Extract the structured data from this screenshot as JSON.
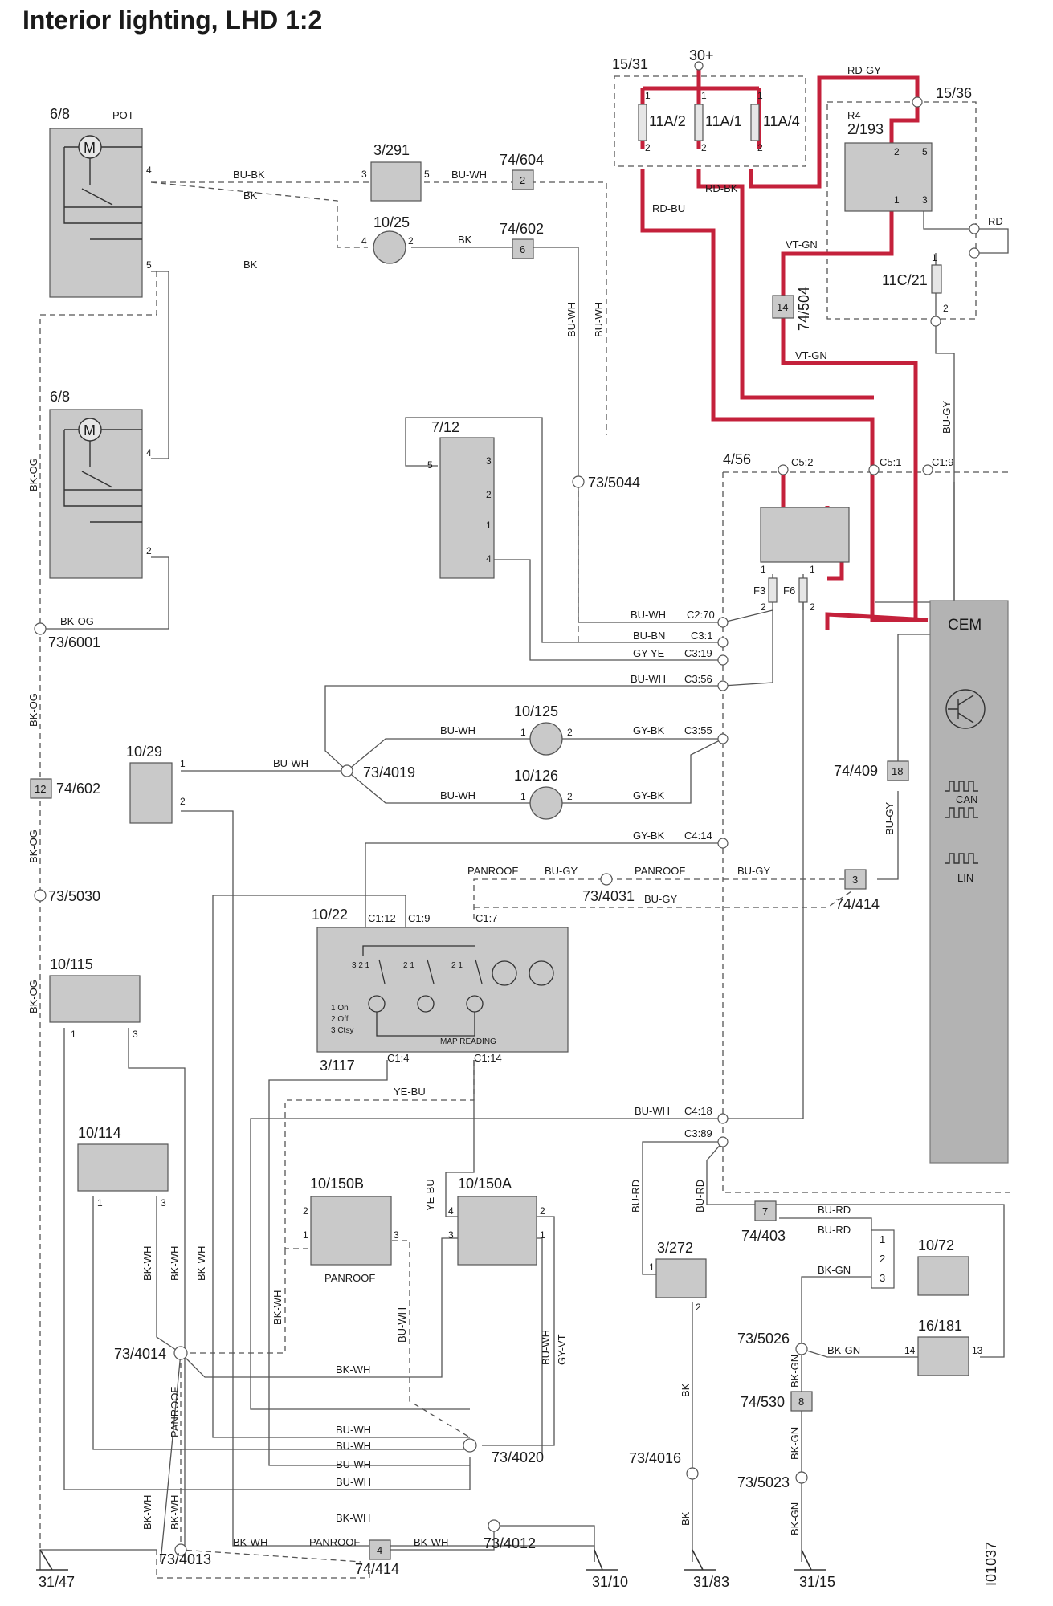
{
  "title": "Interior lighting, LHD 1:2",
  "doc_id": "I01037",
  "supply": "30+",
  "colors": {
    "bg": "#ffffff",
    "ink": "#333333",
    "box": "#c9c9c9",
    "power": "#c4213b"
  },
  "components": {
    "c_6_8a": "6/8",
    "pot": "POT",
    "c_6_8b": "6/8",
    "motor_symbol": "M",
    "c_3_291": "3/291",
    "c_10_25": "10/25",
    "c_74_604": "74/604",
    "c_74_602a": "74/602",
    "c_15_31": "15/31",
    "c_15_36": "15/36",
    "r4": "R4",
    "c_2_193": "2/193",
    "c_11c_21": "11C/21",
    "f_11a2": "11A/2",
    "f_11a1": "11A/1",
    "f_11a4": "11A/4",
    "c_74_504": "74/504",
    "c_7_12": "7/12",
    "c_73_5044": "73/5044",
    "c_4_56": "4/56",
    "f3": "F3",
    "f6": "F6",
    "cem": "CEM",
    "can": "CAN",
    "lin": "LIN",
    "c_73_6001": "73/6001",
    "c_10_29": "10/29",
    "c_73_4019": "73/4019",
    "c_10_125": "10/125",
    "c_10_126": "10/126",
    "c_74_409": "74/409",
    "c_74_602b": "74/602",
    "c_73_5030": "73/5030",
    "c_73_4031": "73/4031",
    "c_74_414a": "74/414",
    "c_10_22": "10/22",
    "c_3_117": "3/117",
    "map_reading": "MAP READING",
    "legend_1": "1 On",
    "legend_2": "2 Off",
    "legend_3": "3 Ctsy",
    "c_10_115": "10/115",
    "c_10_114": "10/114",
    "c_10_150b": "10/150B",
    "c_10_150a": "10/150A",
    "panroof_box": "PANROOF",
    "c_3_272": "3/272",
    "c_74_403": "74/403",
    "c_10_72": "10/72",
    "c_16_181": "16/181",
    "c_73_5026": "73/5026",
    "c_74_530": "74/530",
    "c_73_4016": "73/4016",
    "c_73_5023": "73/5023",
    "c_73_4014": "73/4014",
    "c_73_4020": "73/4020",
    "c_73_4013": "73/4013",
    "c_74_414b": "74/414",
    "c_73_4012": "73/4012",
    "g_31_47": "31/47",
    "g_31_10": "31/10",
    "g_31_83": "31/83",
    "g_31_15": "31/15"
  },
  "connectors": {
    "c2_70": "C2:70",
    "c3_1": "C3:1",
    "c3_19": "C3:19",
    "c3_56": "C3:56",
    "c3_55": "C3:55",
    "c4_14": "C4:14",
    "c4_18": "C4:18",
    "c3_89": "C3:89",
    "c5_2": "C5:2",
    "c5_1": "C5:1",
    "c1_9a": "C1:9",
    "c1_12": "C1:12",
    "c1_9b": "C1:9",
    "c1_7": "C1:7",
    "c1_4": "C1:4",
    "c1_14": "C1:14"
  },
  "splice_numbers": {
    "s2": "2",
    "s6": "6",
    "s14": "14",
    "s18": "18",
    "s12": "12",
    "s3": "3",
    "s7": "7",
    "s8": "8",
    "s4": "4",
    "p1": "1",
    "p2": "2",
    "p3": "3"
  },
  "wires": {
    "bu_bk": "BU-BK",
    "bk_1": "BK",
    "bu_wh_1": "BU-WH",
    "bk_2": "BK",
    "bk_3": "BK",
    "rd_gy": "RD-GY",
    "rd_bu": "RD-BU",
    "rd_bk": "RD-BK",
    "vt_gn_1": "VT-GN",
    "vt_gn_2": "VT-GN",
    "rd": "RD",
    "bu_gy_1": "BU-GY",
    "bu_wh_v1": "BU-WH",
    "bu_wh_v2": "BU-WH",
    "bk_og_v1": "BK-OG",
    "bu_wh_c270": "BU-WH",
    "bu_bn": "BU-BN",
    "gy_ye": "GY-YE",
    "bu_wh_c356": "BU-WH",
    "bk_og_h": "BK-OG",
    "bk_og_v2": "BK-OG",
    "bk_og_v3": "BK-OG",
    "bk_og_v4": "BK-OG",
    "bu_wh_1029": "BU-WH",
    "bu_wh_10125": "BU-WH",
    "gy_bk_1": "GY-BK",
    "bu_wh_10126": "BU-WH",
    "gy_bk_2": "GY-BK",
    "gy_bk_c414": "GY-BK",
    "bu_gy_2": "BU-GY",
    "panroof_1": "PANROOF",
    "bu_gy_3": "BU-GY",
    "panroof_2": "PANROOF",
    "bu_gy_4": "BU-GY",
    "bu_gy_5": "BU-GY",
    "ye_bu_h": "YE-BU",
    "bu_wh_c418": "BU-WH",
    "bk_wh_v1": "BK-WH",
    "bk_wh_v2": "BK-WH",
    "bk_wh_v3": "BK-WH",
    "bk_wh_v4": "BK-WH",
    "ye_bu_v": "YE-BU",
    "bu_wh_v3": "BU-WH",
    "bu_wh_v4": "BU-WH",
    "gy_vt": "GY-VT",
    "bk_wh_h1": "BK-WH",
    "bu_wh_h1": "BU-WH",
    "bu_wh_h2": "BU-WH",
    "bu_wh_h3": "BU-WH",
    "bu_wh_h4": "BU-WH",
    "panroof_v": "PANROOF",
    "bk_wh_v5": "BK-WH",
    "bk_wh_v6": "BK-WH",
    "bk_wh_h2": "BK-WH",
    "bk_wh_h3": "BK-WH",
    "panroof_3": "PANROOF",
    "bk_wh_h4": "BK-WH",
    "bu_rd_v1": "BU-RD",
    "bu_rd_v2": "BU-RD",
    "bu_rd_h1": "BU-RD",
    "bu_rd_h2": "BU-RD",
    "bk_gn_1": "BK-GN",
    "bk_gn_2": "BK-GN",
    "bk_gn_v1": "BK-GN",
    "bk_gn_v2": "BK-GN",
    "bk_gn_v3": "BK-GN",
    "bk_v1": "BK",
    "bk_v2": "BK"
  },
  "pins": {
    "p6_8a_4": "4",
    "p6_8a_5": "5",
    "p3291_3": "3",
    "p3291_5": "5",
    "p1025_4": "4",
    "p1025_2": "2",
    "p6_8b_4": "4",
    "p6_8b_2": "2",
    "pf_1a": "1",
    "pf_2a": "2",
    "pf_1b": "1",
    "pf_2b": "2",
    "pf_1c": "1",
    "pf_2c": "2",
    "pr_2": "2",
    "pr_5": "5",
    "pr_1": "1",
    "pr_3": "3",
    "p11c_1": "1",
    "p11c_2": "2",
    "p712_5": "5",
    "p712_3": "3",
    "p712_2": "2",
    "p712_1": "1",
    "p712_4": "4",
    "pf3_1": "1",
    "pf3_2": "2",
    "pf6_1": "1",
    "pf6_2": "2",
    "p1029_1": "1",
    "p1029_2": "2",
    "p10125_1": "1",
    "p10125_2": "2",
    "p10126_1": "1",
    "p10126_2": "2",
    "p10115_1": "1",
    "p10115_3": "3",
    "p10114_1": "1",
    "p10114_3": "3",
    "p150b_2": "2",
    "p150b_1": "1",
    "p150b_3": "3",
    "p150a_4": "4",
    "p150a_3": "3",
    "p150a_2": "2",
    "p150a_1": "1",
    "p3272_1": "1",
    "p3272_2": "2",
    "p16181_14": "14",
    "p16181_13": "13",
    "sw_321a": "3 2 1",
    "sw_21b": "2 1",
    "sw_21c": "2 1"
  }
}
